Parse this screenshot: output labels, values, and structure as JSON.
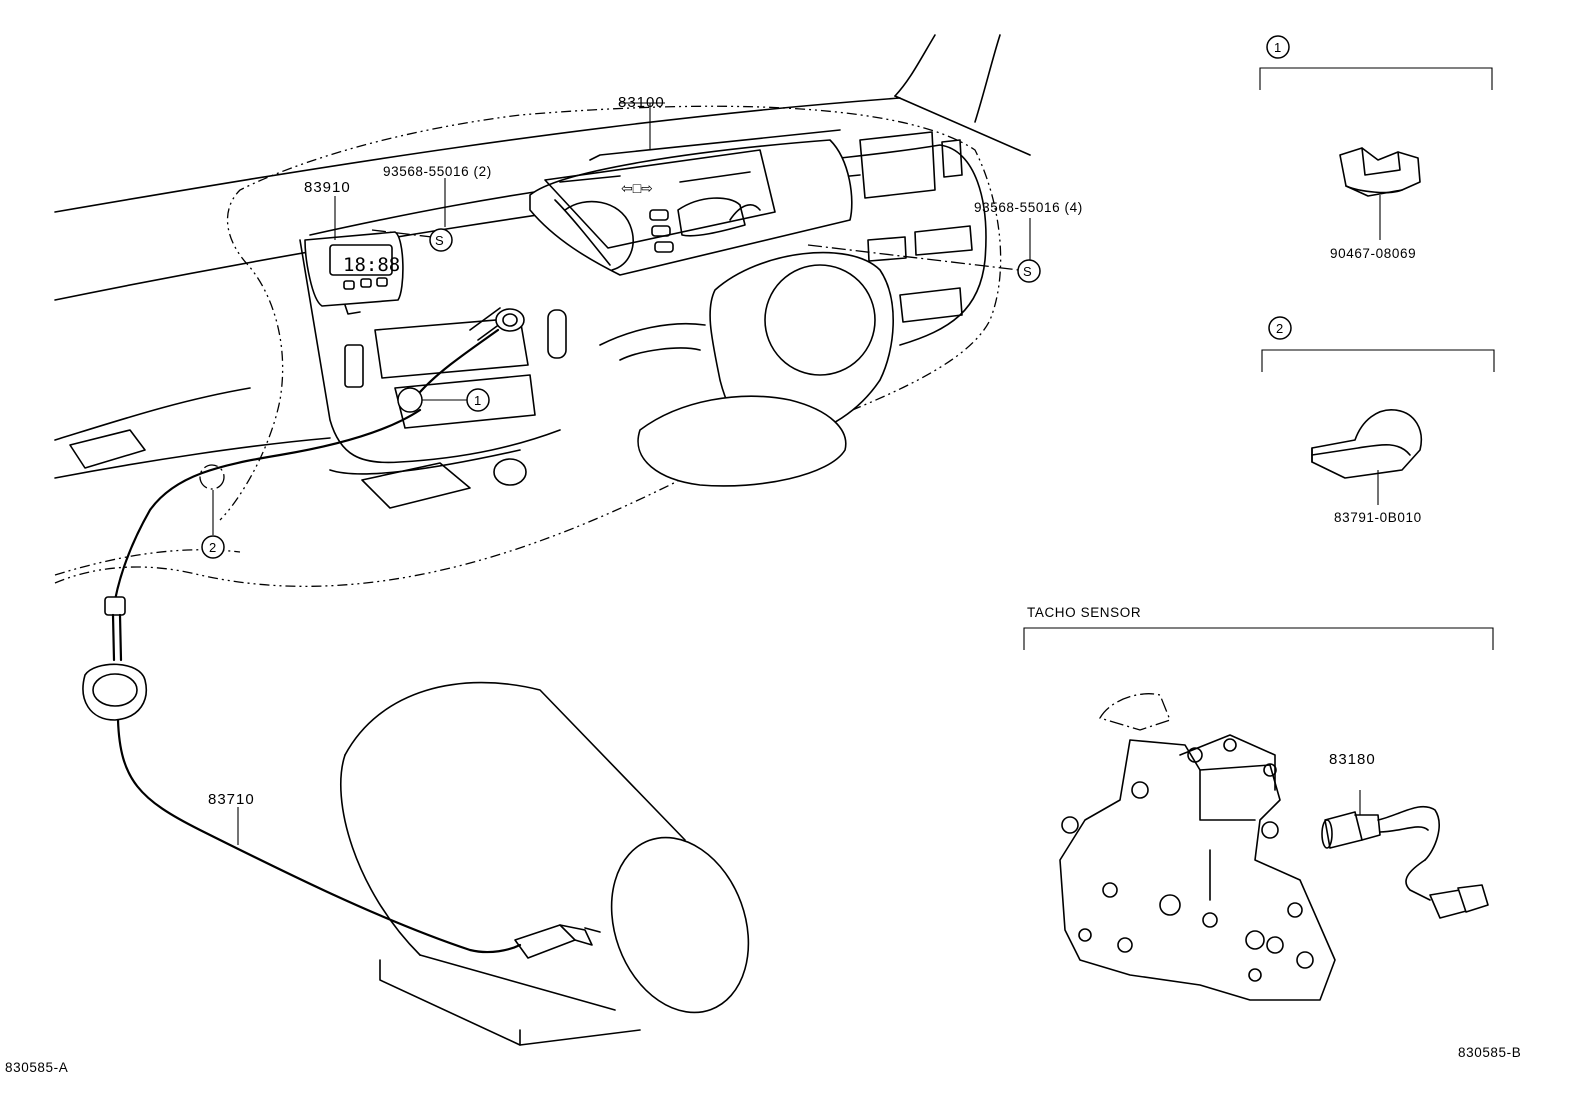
{
  "parts": {
    "cluster": "83100",
    "clock": "83910",
    "screw_left": "93568-55016 (2)",
    "screw_right": "93568-55016 (4)",
    "cable": "83710",
    "clamp": "90467-08069",
    "clip": "83791-0B010",
    "tacho_sensor": "83180"
  },
  "callouts": {
    "ref_1": "1",
    "ref_2": "2",
    "screw_symbol": "S"
  },
  "clock_display": "18:88",
  "sections": {
    "tacho_sensor": "TACHO SENSOR"
  },
  "figure_codes": {
    "left": "830585-A",
    "right": "830585-B"
  }
}
